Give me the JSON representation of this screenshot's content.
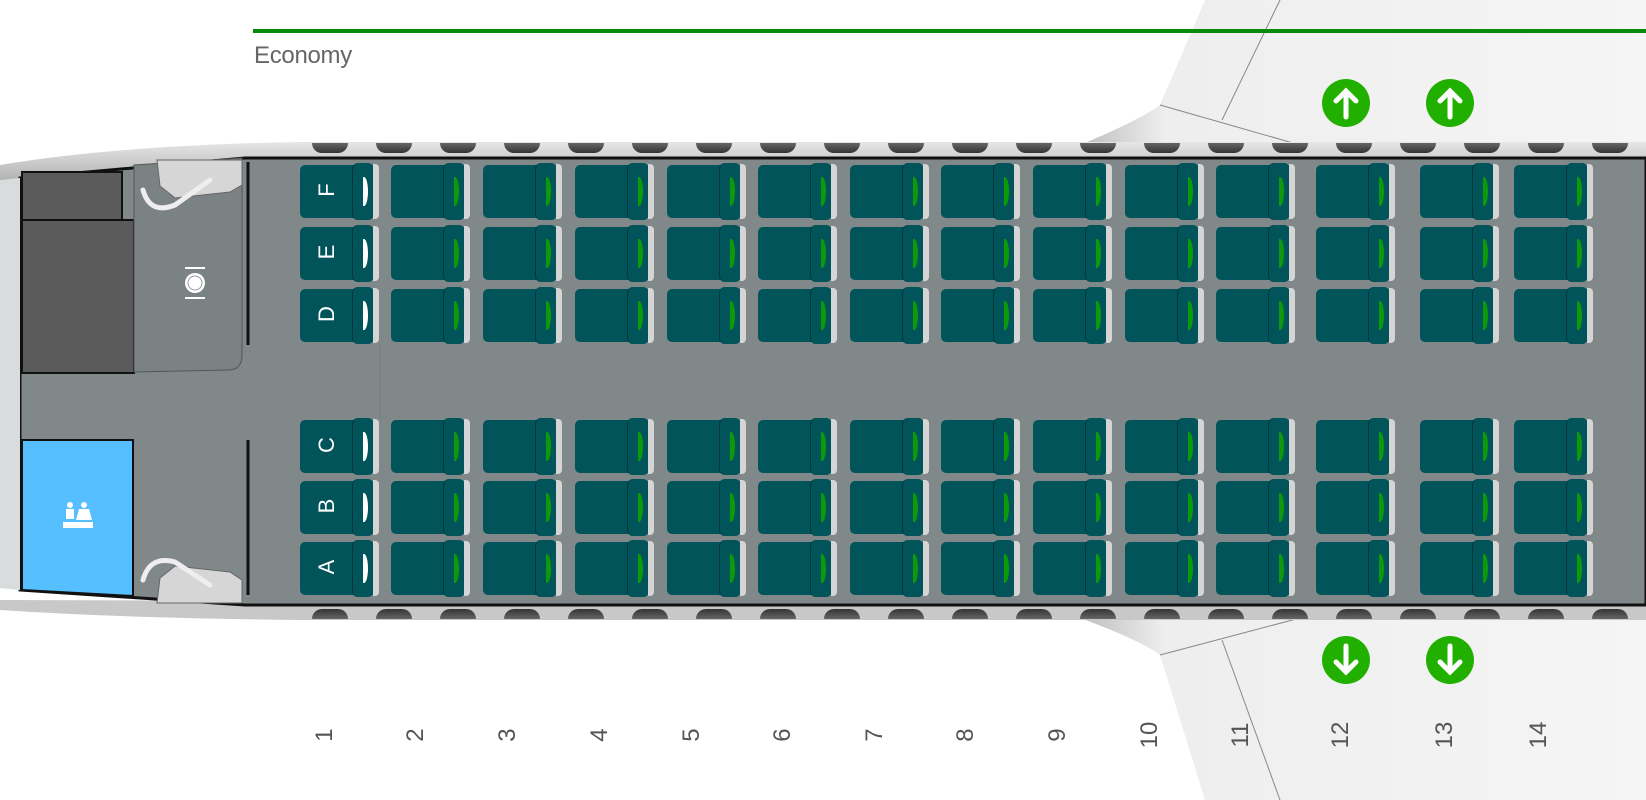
{
  "cabin": {
    "title": "Economy",
    "accent_color": "#078a07"
  },
  "seat_letters_upper": [
    "F",
    "E",
    "D"
  ],
  "seat_letters_lower": [
    "C",
    "B",
    "A"
  ],
  "rows": [
    "1",
    "2",
    "3",
    "4",
    "5",
    "6",
    "7",
    "8",
    "9",
    "10",
    "11",
    "12",
    "13",
    "14"
  ],
  "exit_rows": [
    "12",
    "13"
  ],
  "colors": {
    "seat": "#00545a",
    "exit": "#22b000",
    "lavatory": "#55bfff",
    "floor": "#808889"
  },
  "icons": {
    "galley": "galley-icon",
    "lavatory": "lavatory-icon",
    "exit": "exit-arrow-icon"
  }
}
